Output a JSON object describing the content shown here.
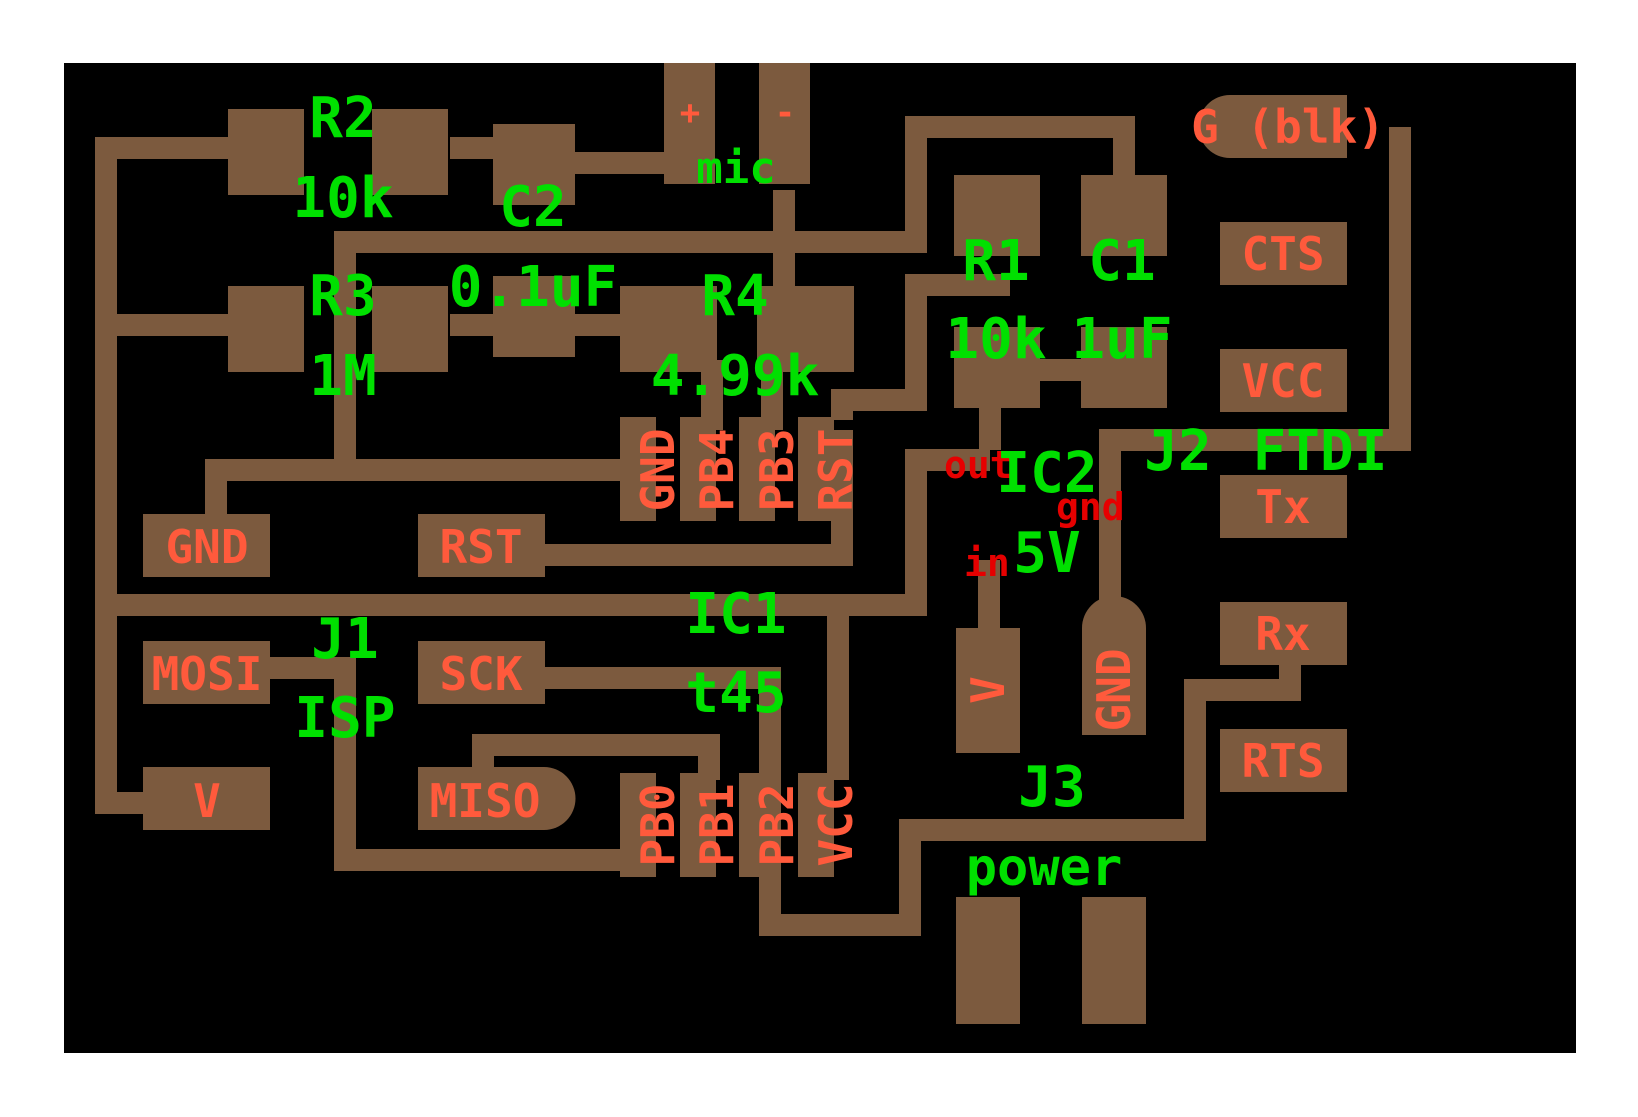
{
  "board": {
    "background_color": "#000000",
    "copper_color": "#7c5a3e",
    "pad_label_color": "#ff5a3c",
    "silkscreen_color": "#00e000"
  },
  "components": {
    "R2": {
      "ref": "R2",
      "value": "10k"
    },
    "R3": {
      "ref": "R3",
      "value": "1M"
    },
    "C2": {
      "ref": "C2",
      "value": "0.1uF"
    },
    "R4": {
      "ref": "R4",
      "value": "4.99k"
    },
    "R1": {
      "ref": "R1",
      "value": "10k"
    },
    "C1": {
      "ref": "C1",
      "value": "1uF"
    },
    "mic": {
      "ref": "mic",
      "plus": "+",
      "minus": "-"
    },
    "IC1": {
      "ref": "IC1",
      "value": "t45",
      "top_pins": [
        "GND",
        "PB4",
        "PB3",
        "RST"
      ],
      "bottom_pins": [
        "PB0",
        "PB1",
        "PB2",
        "VCC"
      ]
    },
    "IC2": {
      "ref": "IC2",
      "value": "5V",
      "out": "out",
      "in": "in",
      "gnd": "gnd"
    },
    "J1": {
      "ref": "J1",
      "value": "ISP",
      "pads": [
        "GND",
        "RST",
        "MOSI",
        "SCK",
        "V",
        "MISO"
      ]
    },
    "J2": {
      "ref": "J2",
      "value": "FTDI",
      "pads": [
        "G (blk)",
        "CTS",
        "VCC",
        "Tx",
        "Rx",
        "RTS"
      ]
    },
    "J3": {
      "ref": "J3",
      "value": "power",
      "pads": [
        "V",
        "GND"
      ]
    }
  }
}
